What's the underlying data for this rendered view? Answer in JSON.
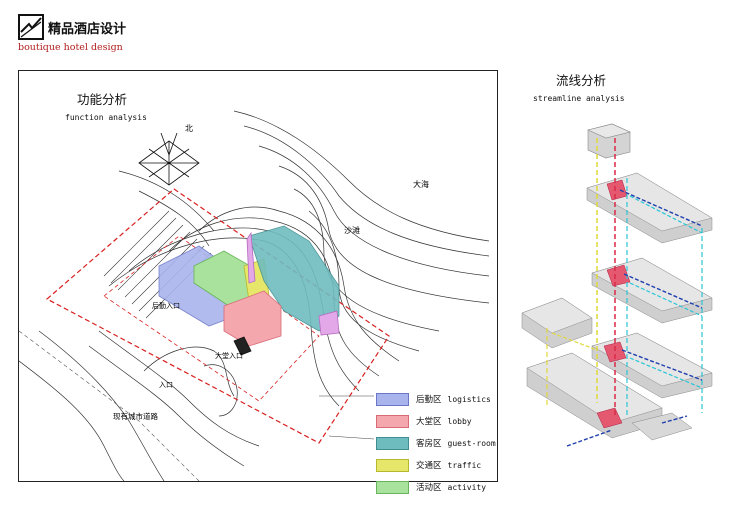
{
  "header": {
    "title_cn": "精品酒店设计",
    "title_en": "boutique hotel design"
  },
  "function_analysis": {
    "title_cn": "功能分析",
    "title_en": "function analysis",
    "labels": {
      "north": "北",
      "sea": "大海",
      "beach": "沙滩",
      "back_entrance": "后勤入口",
      "lobby_entrance": "大堂入口",
      "entrance": "入口",
      "road": "现有城市道路"
    }
  },
  "streamline_analysis": {
    "title_cn": "流线分析",
    "title_en": "streamline analysis"
  },
  "legend": [
    {
      "cn": "后勤区",
      "en": "logistics",
      "color": "#a9b4ec",
      "border": "#6a76c8"
    },
    {
      "cn": "大堂区",
      "en": "lobby",
      "color": "#f4a7ad",
      "border": "#d86b76"
    },
    {
      "cn": "客房区",
      "en": "guest-room",
      "color": "#6fbcbf",
      "border": "#3f8e91"
    },
    {
      "cn": "交通区",
      "en": "traffic",
      "color": "#e6e66a",
      "border": "#b8b82e"
    },
    {
      "cn": "活动区",
      "en": "activity",
      "color": "#a8e29c",
      "border": "#68b45a"
    }
  ],
  "colors": {
    "boundary": "#d81e1e",
    "flow_blue": "#1f3fae",
    "flow_cyan": "#28c6d6",
    "flow_yellow": "#e0d93a",
    "flow_red": "#d82a48"
  }
}
